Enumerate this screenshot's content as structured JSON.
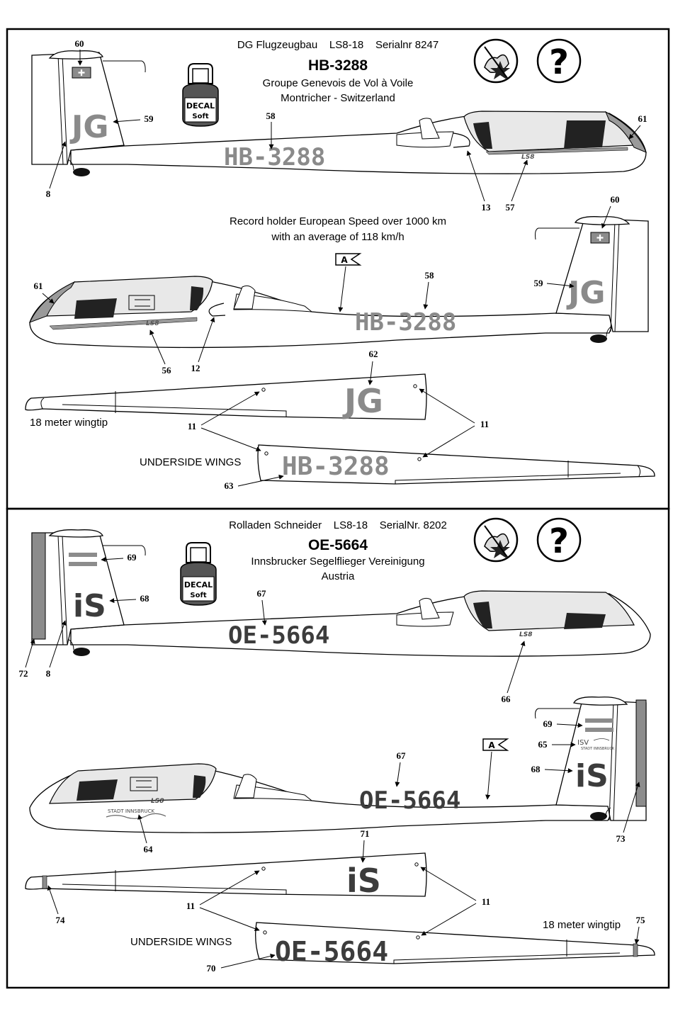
{
  "colors": {
    "grey_reg": "#8a8a8a",
    "dark_reg": "#3c3c3c",
    "nose_grey": "#9a9a9a",
    "flag_grey": "#8c8c8c"
  },
  "icons": [
    "decal-soft-bottle-icon",
    "no-glue-icon",
    "question-mark-icon",
    "swiss-flag-icon",
    "austrian-flag-icon"
  ],
  "decal_bottle": {
    "line1": "DECAL",
    "line2": "Soft"
  },
  "help_symbol": "?",
  "panel1": {
    "manufacturer_line": "DG Flugzeugbau    LS8-18    Serialnr 8247",
    "registration": "HB-3288",
    "club": "Groupe Genevois de Vol à Voile",
    "location": "Montricher - Switzerland",
    "record_line1": "Record holder European Speed over 1000 km",
    "record_line2": "with an average of 118 km/h",
    "fin_code": "JG",
    "fuselage_reg": "HB-3288",
    "wing_code": "JG",
    "wing_reg": "HB-3288",
    "ls_logo": "LS8",
    "arrow_tag": "A",
    "wingtip_caption": "18 meter wingtip",
    "underside_caption": "UNDERSIDE WINGS",
    "callouts": {
      "c60a": "60",
      "c59a": "59",
      "c58a": "58",
      "c61a": "61",
      "c8a": "8",
      "c13": "13",
      "c57": "57",
      "c60b": "60",
      "c59b": "59",
      "c58b": "58",
      "c61b": "61",
      "c56": "56",
      "c12": "12",
      "c62": "62",
      "c11a": "11",
      "c11b": "11",
      "c63": "63"
    }
  },
  "panel2": {
    "manufacturer_line": "Rolladen Schneider    LS8-18    SerialNr. 8202",
    "registration": "OE-5664",
    "club": "Innsbrucker Segelflieger Vereinigung",
    "location": "Austria",
    "fin_code": "iS",
    "fuselage_reg": "OE-5664",
    "wing_code": "iS",
    "wing_reg": "OE-5664",
    "ls_logo": "LS8",
    "arrow_tag": "A",
    "isv_logo": "ISV",
    "stadt_text": "STADT INNSBRUCK",
    "wingtip_caption": "18 meter wingtip",
    "underside_caption": "UNDERSIDE WINGS",
    "callouts": {
      "c69a": "69",
      "c68a": "68",
      "c67a": "67",
      "c72": "72",
      "c8b": "8",
      "c66": "66",
      "c69b": "69",
      "c65": "65",
      "c68b": "68",
      "c67b": "67",
      "c64": "64",
      "c73": "73",
      "c71": "71",
      "c11a": "11",
      "c11b": "11",
      "c74": "74",
      "c75": "75",
      "c70": "70"
    }
  }
}
